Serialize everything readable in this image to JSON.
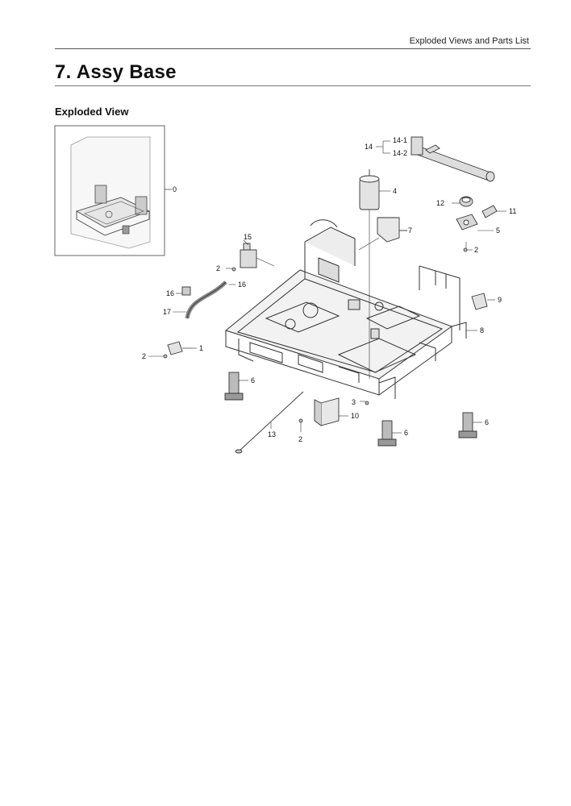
{
  "header": {
    "running_head": "Exploded Views and Parts List"
  },
  "page_title": "7.  Assy Base",
  "section_title": "Exploded View",
  "callouts": {
    "c0": "0",
    "c1": "1",
    "c2a": "2",
    "c2b": "2",
    "c2c": "2",
    "c2d": "2",
    "c3": "3",
    "c4": "4",
    "c5": "5",
    "c6a": "6",
    "c6b": "6",
    "c6c": "6",
    "c7": "7",
    "c8": "8",
    "c9": "9",
    "c10": "10",
    "c11": "11",
    "c12": "12",
    "c13": "13",
    "c14": "14",
    "c14_1": "14-1",
    "c14_2": "14-2",
    "c15": "15",
    "c16a": "16",
    "c16b": "16",
    "c17": "17"
  }
}
